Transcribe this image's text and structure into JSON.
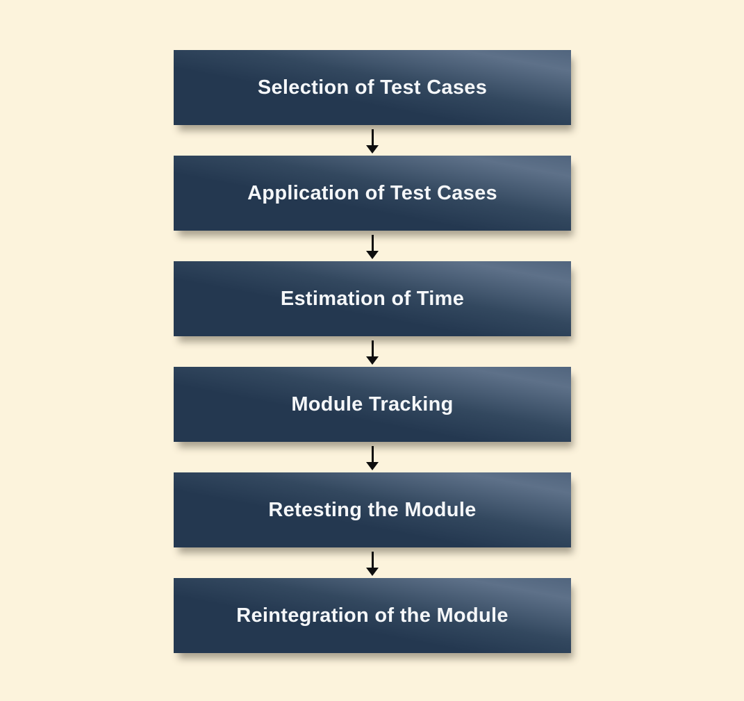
{
  "colors": {
    "background": "#FCF3DC",
    "box_base": "#243850",
    "box_mid": "#33485F",
    "box_highlight": "#5E7189",
    "text": "#F5F7F9",
    "arrow": "#0E0E0E"
  },
  "diagram": {
    "type": "vertical-flowchart",
    "steps": [
      {
        "label": "Selection of Test Cases"
      },
      {
        "label": "Application of Test Cases"
      },
      {
        "label": "Estimation of Time"
      },
      {
        "label": "Module Tracking"
      },
      {
        "label": "Retesting the Module"
      },
      {
        "label": "Reintegration of the Module"
      }
    ]
  }
}
